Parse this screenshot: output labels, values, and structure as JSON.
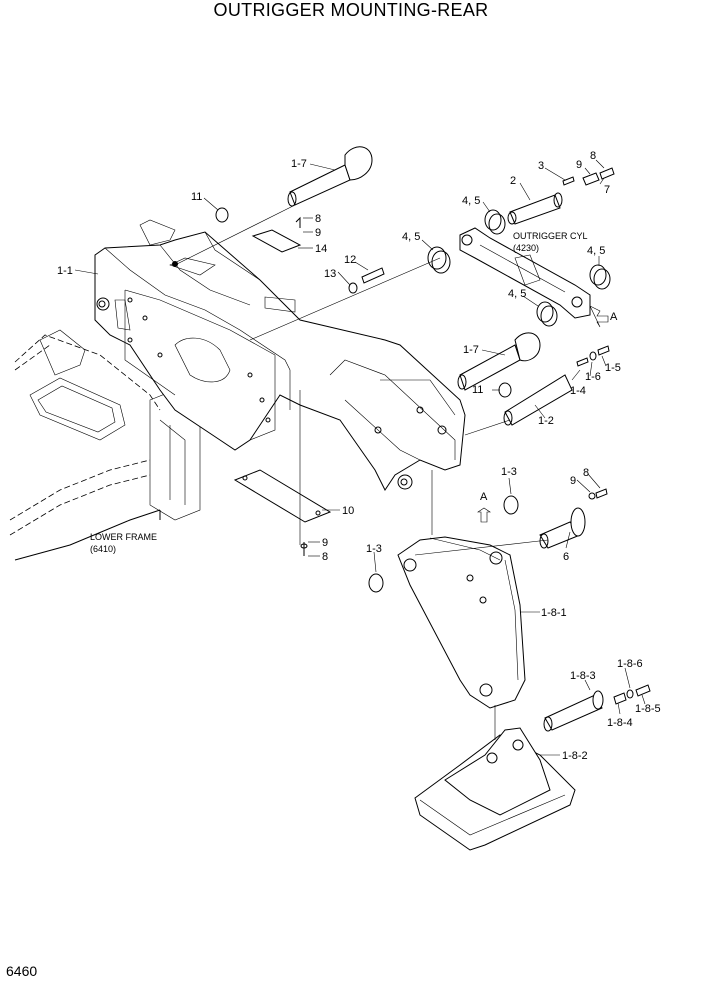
{
  "page": {
    "title": "OUTRIGGER MOUNTING-REAR",
    "page_number": "6460"
  },
  "labels": {
    "l_1_7a": "1-7",
    "l_11a": "11",
    "l_1_1": "1-1",
    "l_8a": "8",
    "l_9a": "9",
    "l_14": "14",
    "l_12": "12",
    "l_13": "13",
    "l_45a": "4, 5",
    "l_45b": "4, 5",
    "l_45c": "4, 5",
    "l_45d": "4, 5",
    "l_3": "3",
    "l_2": "2",
    "l_9b": "9",
    "l_8b": "8",
    "l_7": "7",
    "outrigger_cyl": "OUTRIGGER CYL",
    "outrigger_cyl_ref": "(4230)",
    "l_A1": "A",
    "l_1_7b": "1-7",
    "l_11b": "11",
    "l_1_4": "1-4",
    "l_1_6": "1-6",
    "l_1_5": "1-5",
    "l_1_2": "1-2",
    "l_1_3a": "1-3",
    "l_9c": "9",
    "l_8c": "8",
    "l_A2": "A",
    "l_6": "6",
    "l_10": "10",
    "l_9d": "9",
    "l_8d": "8",
    "lower_frame": "LOWER FRAME",
    "lower_frame_ref": "(6410)",
    "l_1_3b": "1-3",
    "l_1_8_1": "1-8-1",
    "l_1_8_3": "1-8-3",
    "l_1_8_6": "1-8-6",
    "l_1_8_4": "1-8-4",
    "l_1_8_5": "1-8-5",
    "l_1_8_2": "1-8-2"
  }
}
